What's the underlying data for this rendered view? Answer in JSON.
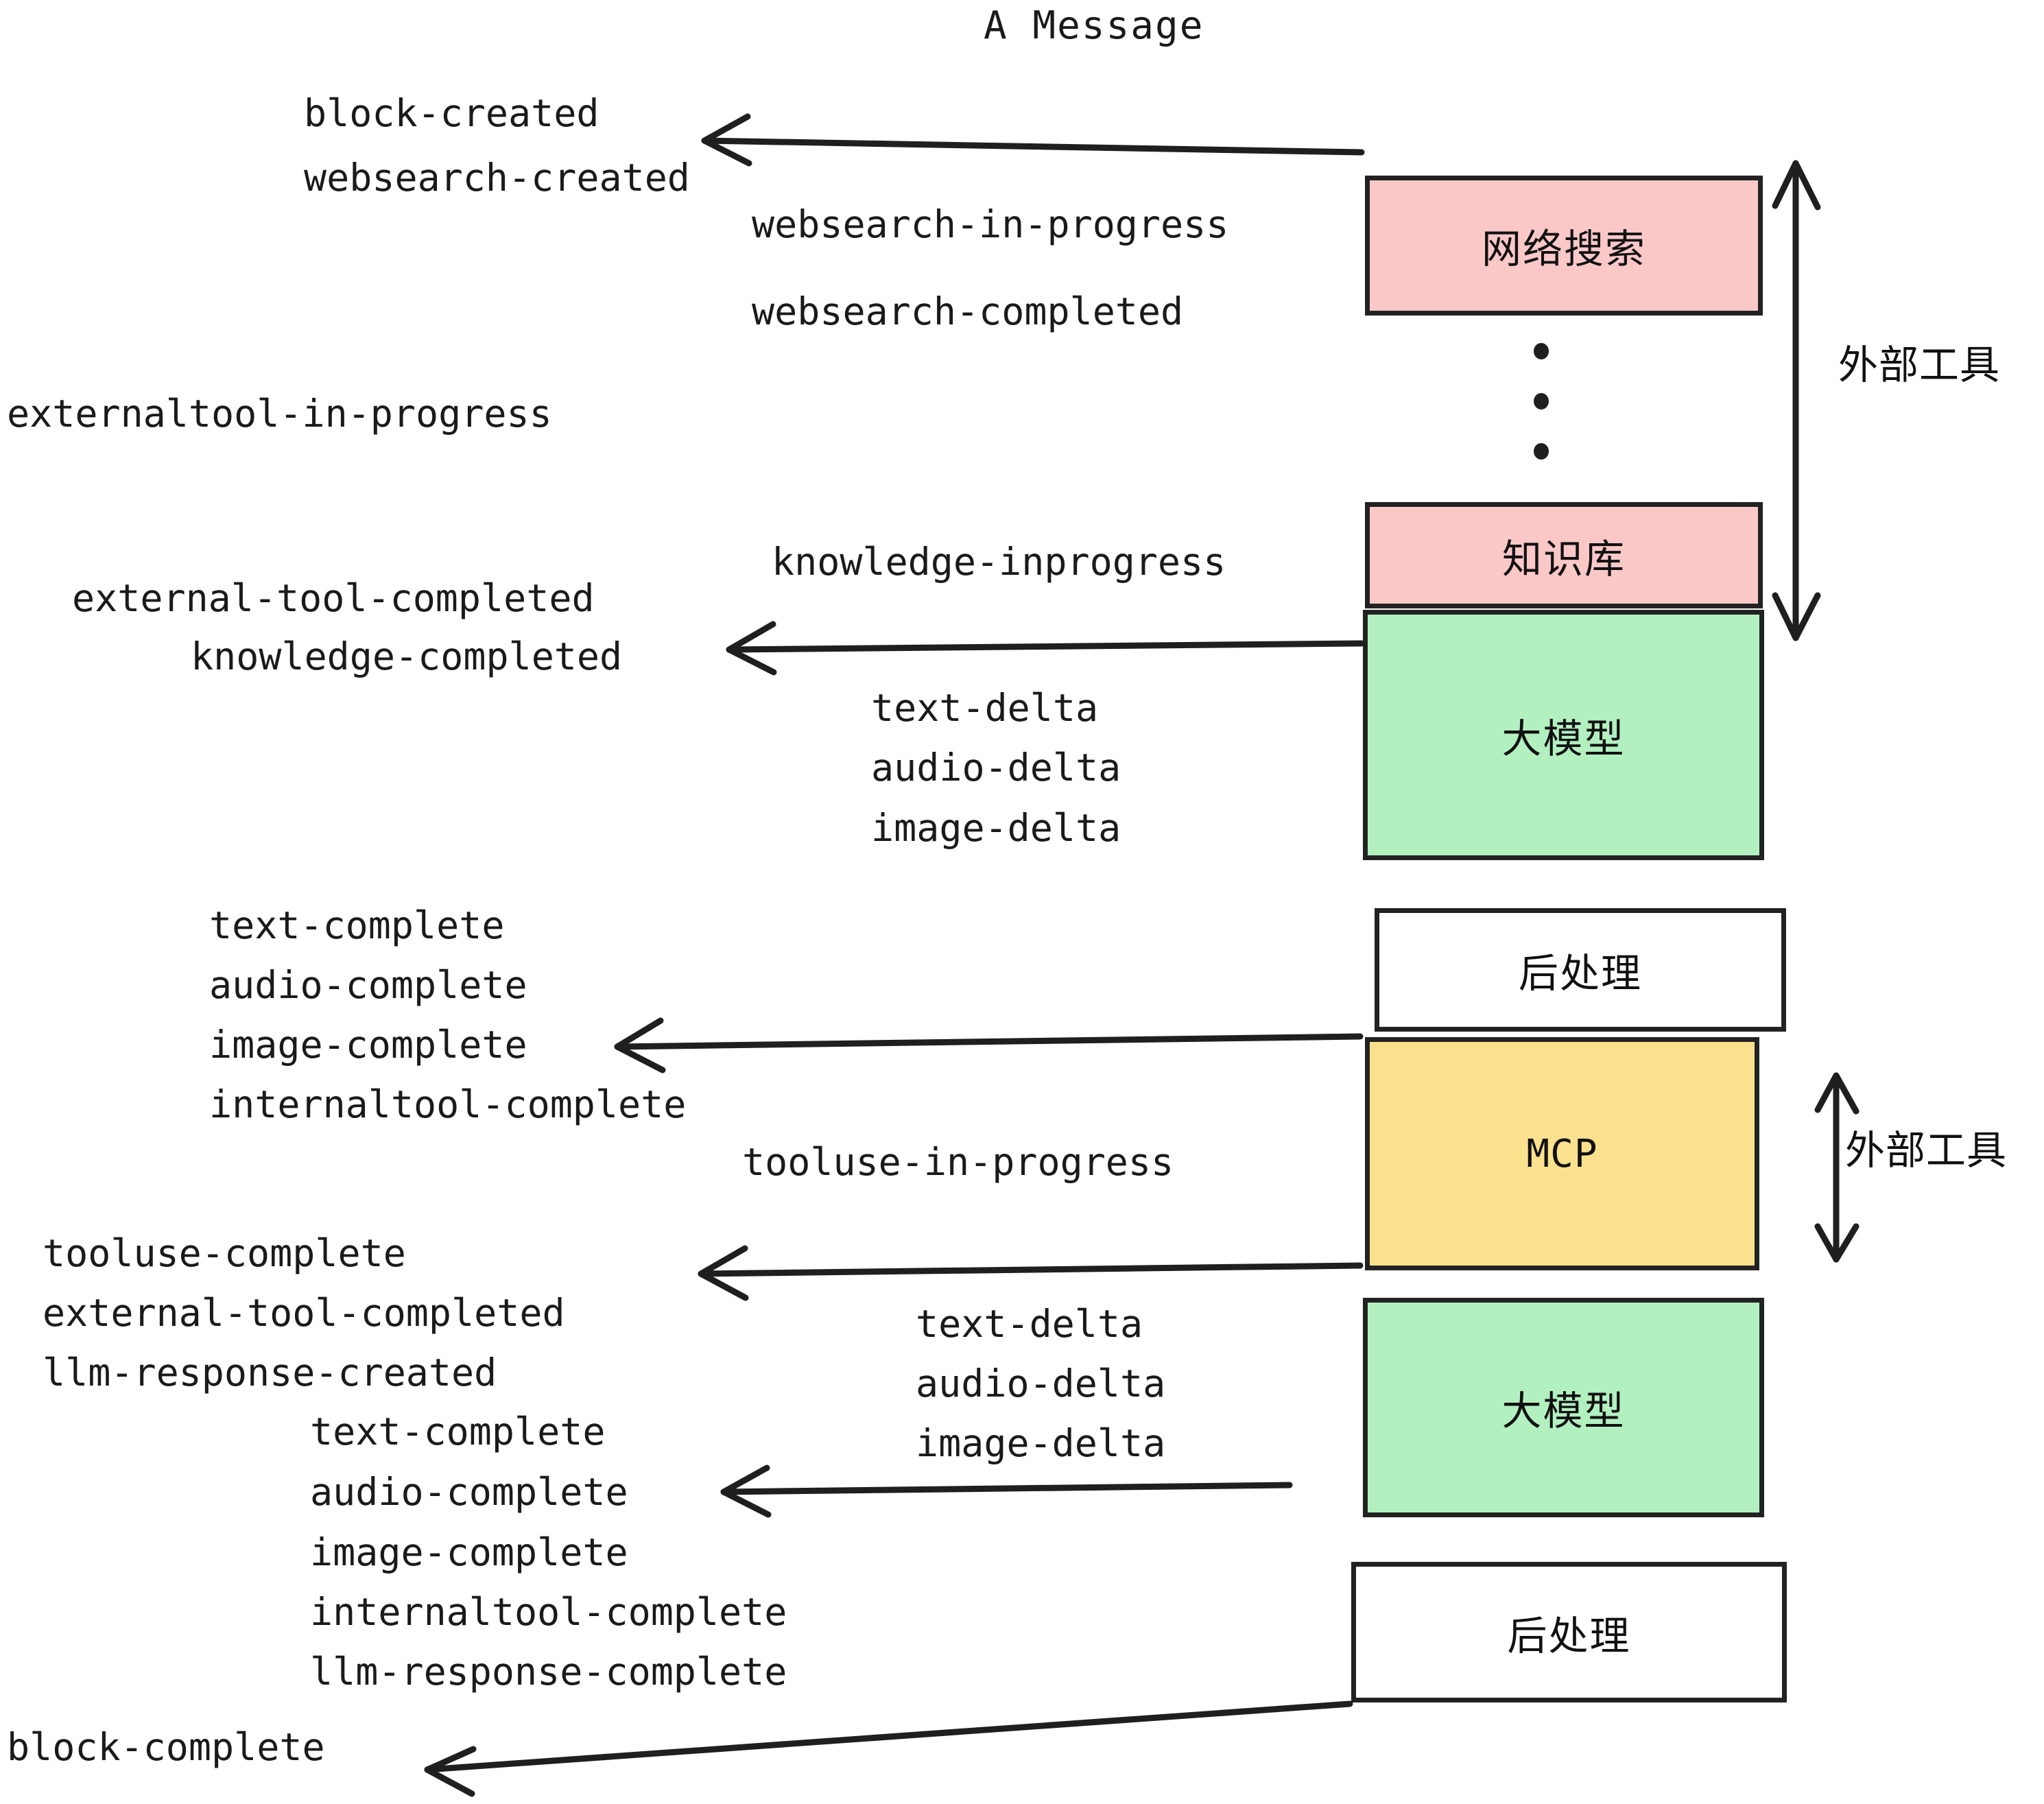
{
  "title": "A Message",
  "boxes": [
    {
      "id": "websearch",
      "label": "网络搜索",
      "color": "#FBC8C8"
    },
    {
      "id": "knowledge",
      "label": "知识库",
      "color": "#FBC8C8"
    },
    {
      "id": "llm-top",
      "label": "大模型",
      "color": "#B2F0C0"
    },
    {
      "id": "postprocess-top",
      "label": "后处理",
      "color": "#FFFFFF"
    },
    {
      "id": "mcp",
      "label": "MCP",
      "color": "#FBE18E"
    },
    {
      "id": "llm-bottom",
      "label": "大模型",
      "color": "#B2F0C0"
    },
    {
      "id": "postprocess-bottom",
      "label": "后处理",
      "color": "#FFFFFF"
    }
  ],
  "side_labels": {
    "external_tools_top": "外部工具",
    "external_tools_bottom": "外部工具"
  },
  "events": {
    "block_created": "block-created",
    "websearch_created": "websearch-created",
    "websearch_in_progress": "websearch-in-progress",
    "websearch_completed": "websearch-completed",
    "externaltool_in_progress": "externaltool-in-progress",
    "knowledge_inprogress": "knowledge-inprogress",
    "external_tool_completed_1": "external-tool-completed",
    "knowledge_completed": "knowledge-completed",
    "text_delta_1": "text-delta",
    "audio_delta_1": "audio-delta",
    "image_delta_1": "image-delta",
    "text_complete_1": "text-complete",
    "audio_complete_1": "audio-complete",
    "image_complete_1": "image-complete",
    "internaltool_complete_1": "internaltool-complete",
    "tooluse_in_progress": "tooluse-in-progress",
    "tooluse_complete": "tooluse-complete",
    "external_tool_completed_2": "external-tool-completed",
    "llm_response_created": "llm-response-created",
    "text_delta_2": "text-delta",
    "audio_delta_2": "audio-delta",
    "image_delta_2": "image-delta",
    "text_complete_2": "text-complete",
    "audio_complete_2": "audio-complete",
    "image_complete_2": "image-complete",
    "internaltool_complete_2": "internaltool-complete",
    "llm_response_complete": "llm-response-complete",
    "block_complete": "block-complete"
  },
  "colors": {
    "pink": "#FBC8C8",
    "green": "#B2F0C0",
    "yellow": "#FBE18E",
    "white": "#FFFFFF",
    "stroke": "#222222",
    "text": "#1a1a1a"
  }
}
